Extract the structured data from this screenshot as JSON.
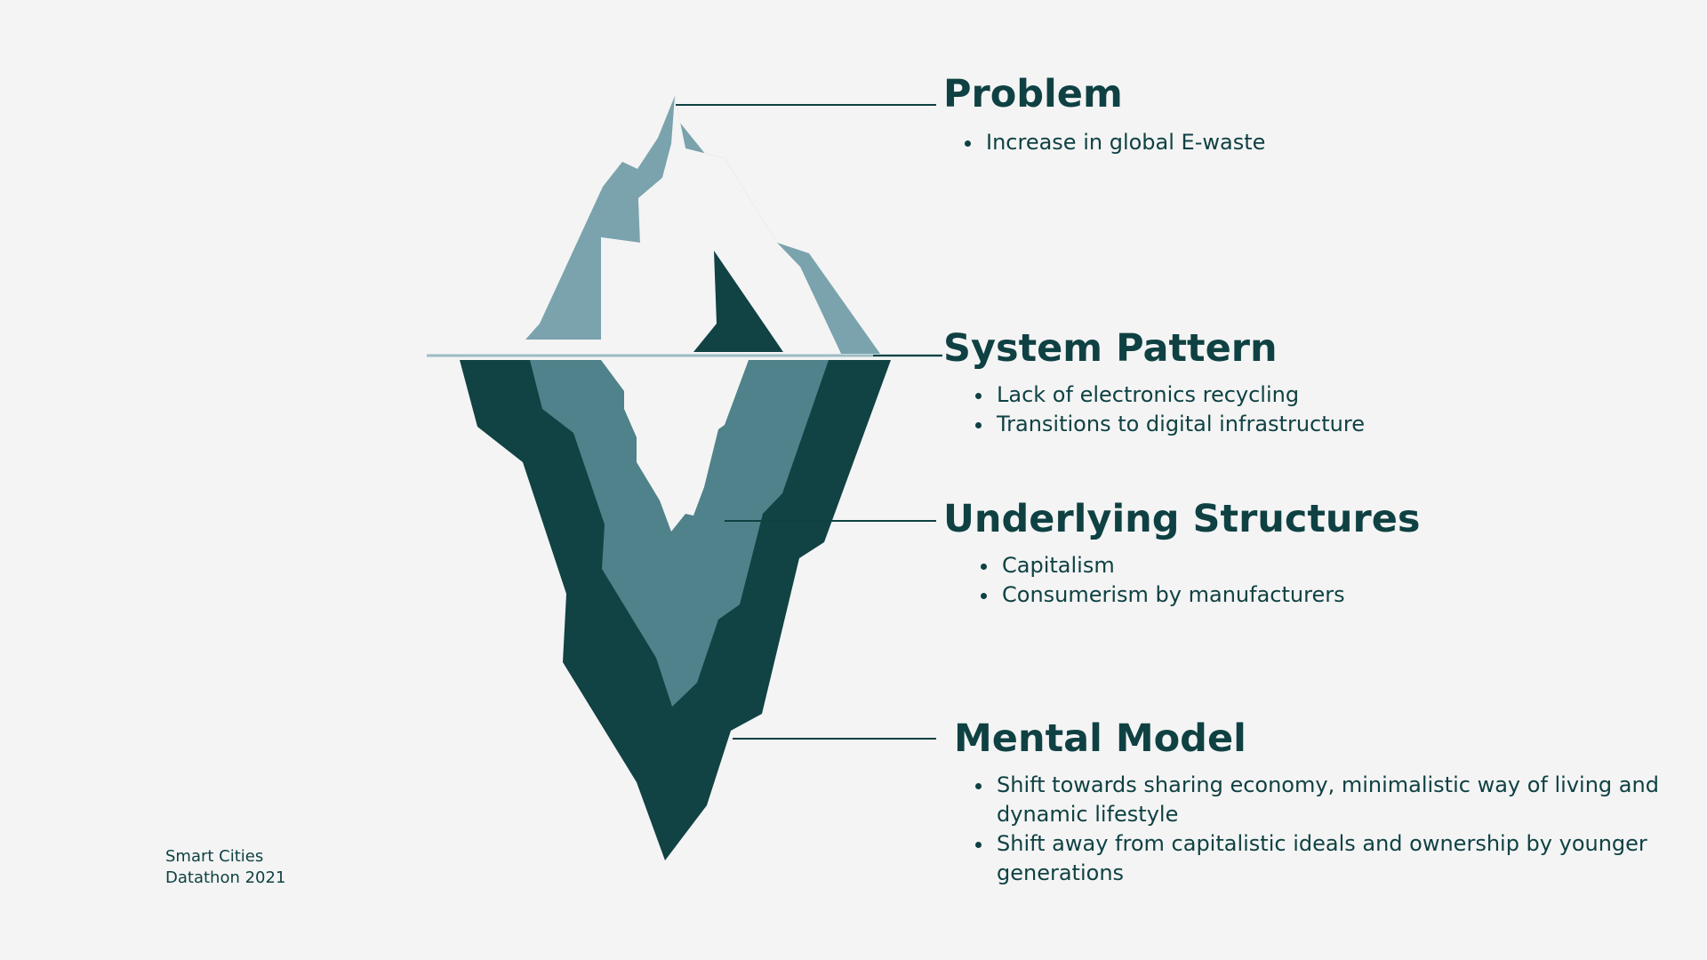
{
  "sections": {
    "problem": {
      "title": "Problem",
      "bullets": [
        "Increase in global E-waste"
      ]
    },
    "system_pattern": {
      "title": "System Pattern",
      "bullets": [
        "Lack of electronics recycling",
        "Transitions to digital infrastructure"
      ]
    },
    "underlying_structures": {
      "title": "Underlying Structures",
      "bullets": [
        "Capitalism",
        "Consumerism by manufacturers"
      ]
    },
    "mental_model": {
      "title": "Mental Model",
      "bullets": [
        "Shift towards sharing economy, minimalistic way of living and dynamic lifestyle",
        "Shift away from capitalistic ideals and ownership by younger generations"
      ]
    }
  },
  "footer": {
    "line1": "Smart Cities",
    "line2": "Datathon 2021"
  },
  "colors": {
    "background": "#f4f4f4",
    "text": "#0f4143",
    "iceberg_dark": "#114244",
    "iceberg_mid": "#4f828a",
    "iceberg_light": "#7aa3ad",
    "waterline": "#9dbcc2"
  }
}
